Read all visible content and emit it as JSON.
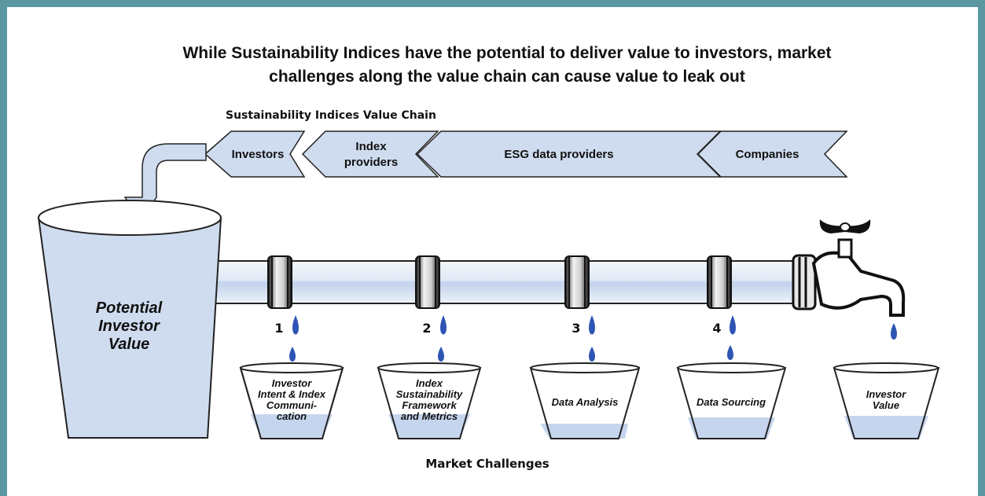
{
  "title": {
    "line1": "While Sustainability Indices have the potential to deliver value to investors, market",
    "line2": "challenges along the value chain can cause value to leak out"
  },
  "value_chain": {
    "title": "Sustainability Indices Value Chain",
    "stages": [
      {
        "lines": [
          "Investors"
        ]
      },
      {
        "lines": [
          "Index",
          "providers"
        ]
      },
      {
        "lines": [
          "ESG data providers"
        ]
      },
      {
        "lines": [
          "Companies"
        ]
      }
    ]
  },
  "reservoir": {
    "lines": [
      "Potential",
      "Investor",
      "Value"
    ]
  },
  "leak_points": [
    "1",
    "2",
    "3",
    "4"
  ],
  "buckets": [
    {
      "lines": [
        "Investor",
        "Intent & Index",
        "Communi-",
        "cation"
      ]
    },
    {
      "lines": [
        "Index",
        "Sustainability",
        "Framework",
        "and Metrics"
      ]
    },
    {
      "lines": [
        "Data Analysis"
      ]
    },
    {
      "lines": [
        "Data Sourcing"
      ]
    },
    {
      "lines": [
        "Investor",
        "Value"
      ]
    }
  ],
  "footer": "Market Challenges",
  "colors": {
    "frame": "#5b97a0",
    "fill_light": "#cfdcef",
    "water": "#c5d5ee",
    "drop": "#2e55b4",
    "outline": "#222222"
  }
}
